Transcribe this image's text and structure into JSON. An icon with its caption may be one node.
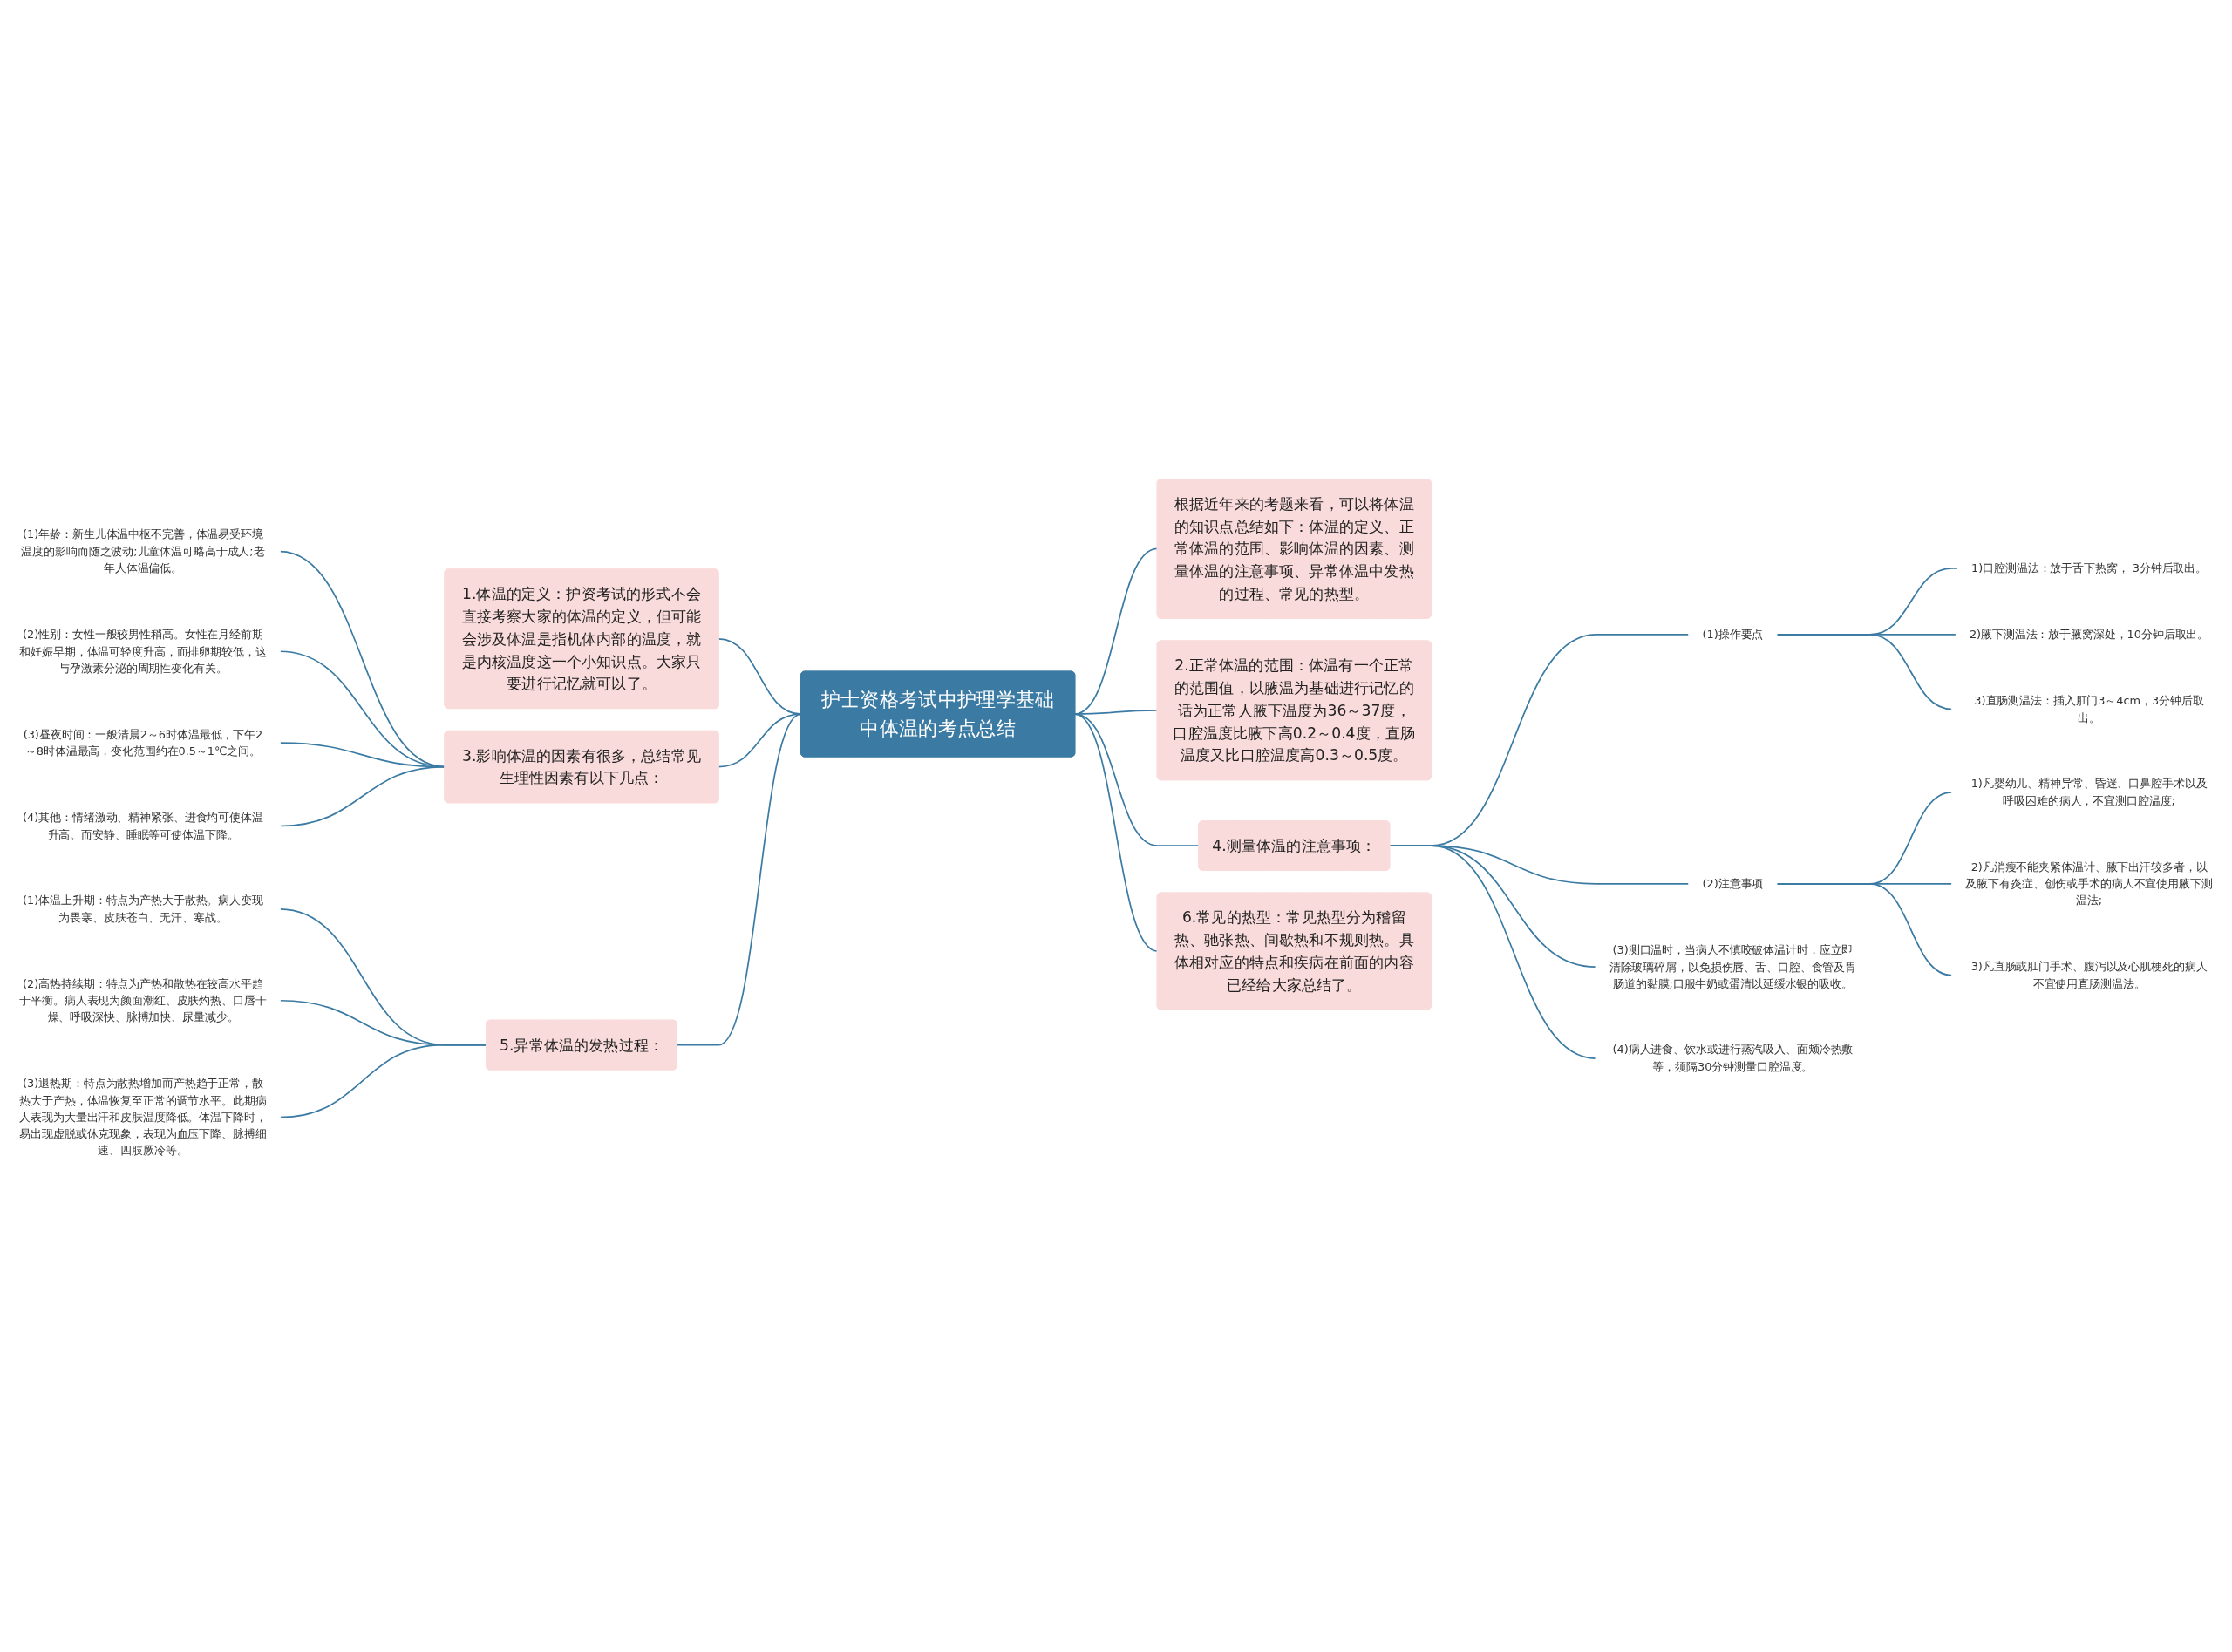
{
  "diagram": {
    "nodes": [
      {
        "text": [
          "护士资格考试中护理学基础中体温的考点总结"
        ]
      },
      {
        "text": [
          "根据近年来的考题来看，可以将体温的知识点总结如下：体温的定义、正常体温的范围、影响体温的因素、测量体温的注意事项、异常体温中发热的过程、常见的热型。"
        ]
      },
      {
        "text": [
          "2.正常体温的范围：体温有一个正常的范围值，以腋温为基础进行记忆的话为正常人腋下温度为36～37度，口腔温度比腋下高0.2～0.4度，直肠温度又比口腔温度高0.3～0.5度。"
        ]
      },
      {
        "text": [
          "4.测量体温的注意事项："
        ]
      },
      {
        "text": [
          "(1)操作要点"
        ]
      },
      {
        "text": [
          "1)口腔测温法：放于舌下热窝， 3分钟后取出。"
        ]
      },
      {
        "text": [
          "2)腋下测温法：放于腋窝深处，10分钟后取出。"
        ]
      },
      {
        "text": [
          "3)直肠测温法：插入肛门3～4cm，3分钟后取出。"
        ]
      },
      {
        "text": [
          "(2)注意事项"
        ]
      },
      {
        "text": [
          "1)凡婴幼儿、精神异常、昏迷、口鼻腔手术以及呼吸困难的病人，不宜测口腔温度;"
        ]
      },
      {
        "text": [
          "2)凡消瘦不能夹紧体温计、腋下出汗较多者，以及腋下有炎症、创伤或手术的病人不宜使用腋下测温法;"
        ]
      },
      {
        "text": [
          "3)凡直肠或肛门手术、腹泻以及心肌梗死的病人不宜使用直肠测温法。"
        ]
      },
      {
        "text": [
          "(3)测口温时，当病人不慎咬破体温计时，应立即清除玻璃碎屑，以免损伤唇、舌、口腔、食管及胃肠道的黏膜;口服牛奶或蛋清以延缓水银的吸收。"
        ]
      },
      {
        "text": [
          "(4)病人进食、饮水或进行蒸汽吸入、面颊冷热敷等，须隔30分钟测量口腔温度。"
        ]
      },
      {
        "text": [
          "6.常见的热型：常见热型分为稽留热、驰张热、间歇热和不规则热。具体相对应的特点和疾病在前面的内容已经给大家总结了。"
        ]
      },
      {
        "text": [
          "1.体温的定义：护资考试的形式不会直接考察大家的体温的定义，但可能会涉及体温是指机体内部的温度，就是内核温度这一个小知识点。大家只要进行记忆就可以了。"
        ]
      },
      {
        "text": [
          "3.影响体温的因素有很多，总结常见生理性因素有以下几点："
        ]
      },
      {
        "text": [
          "(1)年龄：新生儿体温中枢不完善，体温易受环境温度的影响而随之波动;儿童体温可略高于成人;老年人体温偏低。"
        ]
      },
      {
        "text": [
          "(2)性别：女性一般较男性稍高。女性在月经前期和妊娠早期，体温可轻度升高，而排卵期较低，这与孕激素分泌的周期性变化有关。"
        ]
      },
      {
        "text": [
          "(3)昼夜时间：一般清晨2～6时体温最低，下午2～8时体温最高，变化范围约在0.5～1℃之间。"
        ]
      },
      {
        "text": [
          "(4)其他：情绪激动、精神紧张、进食均可使体温升高。而安静、睡眠等可使体温下降。"
        ]
      },
      {
        "text": [
          "5.异常体温的发热过程："
        ]
      },
      {
        "text": [
          "(1)体温上升期：特点为产热大于散热。病人变现为畏寒、皮肤苍白、无汗、寒战。"
        ]
      },
      {
        "text": [
          "(2)高热持续期：特点为产热和散热在较高水平趋于平衡。病人表现为颜面潮红、皮肤灼热、口唇干燥、呼吸深快、脉搏加快、尿量减少。"
        ]
      },
      {
        "text": [
          "(3)退热期：特点为散热增加而产热趋于正常，散热大于产热，体温恢复至正常的调节水平。此期病人表现为大量出汗和皮肤温度降低。体温下降时，易出现虚脱或休克现象，表现为血压下降、脉搏细速、四肢厥冷等。"
        ]
      }
    ],
    "edges": [
      {
        "from": 0,
        "to": 1,
        "arrow": "none"
      },
      {
        "from": 0,
        "to": 2,
        "arrow": "none"
      },
      {
        "from": 0,
        "to": 3,
        "arrow": "none"
      },
      {
        "from": 3,
        "to": 4,
        "arrow": "none"
      },
      {
        "from": 4,
        "to": 5,
        "arrow": "none"
      },
      {
        "from": 4,
        "to": 6,
        "arrow": "none"
      },
      {
        "from": 4,
        "to": 7,
        "arrow": "none"
      },
      {
        "from": 3,
        "to": 8,
        "arrow": "none"
      },
      {
        "from": 8,
        "to": 9,
        "arrow": "none"
      },
      {
        "from": 8,
        "to": 10,
        "arrow": "none"
      },
      {
        "from": 8,
        "to": 11,
        "arrow": "none"
      },
      {
        "from": 3,
        "to": 12,
        "arrow": "none"
      },
      {
        "from": 3,
        "to": 13,
        "arrow": "none"
      },
      {
        "from": 0,
        "to": 14,
        "arrow": "none"
      },
      {
        "from": 0,
        "to": 15,
        "arrow": "none"
      },
      {
        "from": 0,
        "to": 16,
        "arrow": "none"
      },
      {
        "from": 16,
        "to": 17,
        "arrow": "none"
      },
      {
        "from": 16,
        "to": 18,
        "arrow": "none"
      },
      {
        "from": 16,
        "to": 19,
        "arrow": "none"
      },
      {
        "from": 16,
        "to": 20,
        "arrow": "none"
      },
      {
        "from": 0,
        "to": 21,
        "arrow": "none"
      },
      {
        "from": 21,
        "to": 22,
        "arrow": "none"
      },
      {
        "from": 21,
        "to": 23,
        "arrow": "none"
      },
      {
        "from": 21,
        "to": 24,
        "arrow": "none"
      }
    ]
  }
}
